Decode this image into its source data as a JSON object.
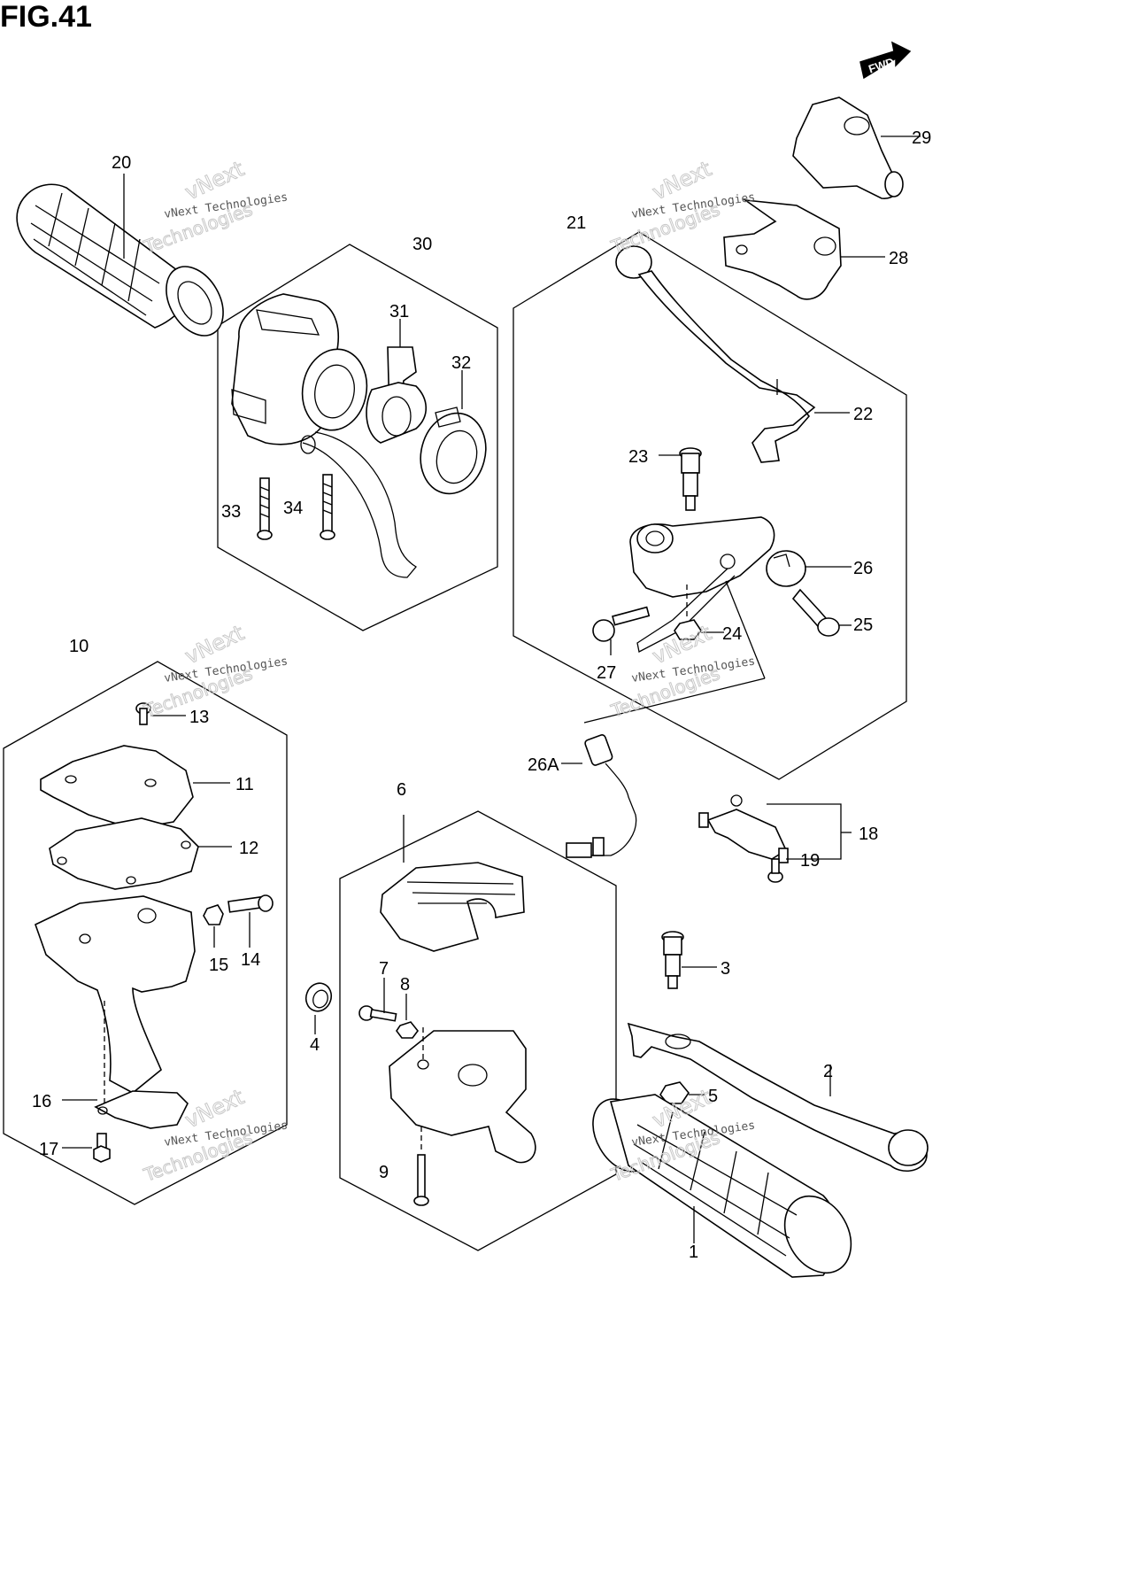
{
  "figure": {
    "title": "FIG.41"
  },
  "orientation": {
    "label": "FWD"
  },
  "watermark": {
    "line1": "vNext Technologies",
    "line2": "vNext",
    "line3": "Technologies"
  },
  "callouts": [
    {
      "id": "1",
      "label": "1"
    },
    {
      "id": "2",
      "label": "2"
    },
    {
      "id": "3",
      "label": "3"
    },
    {
      "id": "4",
      "label": "4"
    },
    {
      "id": "5",
      "label": "5"
    },
    {
      "id": "6",
      "label": "6"
    },
    {
      "id": "7",
      "label": "7"
    },
    {
      "id": "8",
      "label": "8"
    },
    {
      "id": "9",
      "label": "9"
    },
    {
      "id": "10",
      "label": "10"
    },
    {
      "id": "11",
      "label": "11"
    },
    {
      "id": "12",
      "label": "12"
    },
    {
      "id": "13",
      "label": "13"
    },
    {
      "id": "14",
      "label": "14"
    },
    {
      "id": "15",
      "label": "15"
    },
    {
      "id": "16",
      "label": "16"
    },
    {
      "id": "17",
      "label": "17"
    },
    {
      "id": "18",
      "label": "18"
    },
    {
      "id": "19",
      "label": "19"
    },
    {
      "id": "20",
      "label": "20"
    },
    {
      "id": "21",
      "label": "21"
    },
    {
      "id": "22",
      "label": "22"
    },
    {
      "id": "23",
      "label": "23"
    },
    {
      "id": "24",
      "label": "24"
    },
    {
      "id": "25",
      "label": "25"
    },
    {
      "id": "26",
      "label": "26"
    },
    {
      "id": "26A",
      "label": "26A"
    },
    {
      "id": "27",
      "label": "27"
    },
    {
      "id": "28",
      "label": "28"
    },
    {
      "id": "29",
      "label": "29"
    },
    {
      "id": "30",
      "label": "30"
    },
    {
      "id": "31",
      "label": "31"
    },
    {
      "id": "32",
      "label": "32"
    },
    {
      "id": "33",
      "label": "33"
    },
    {
      "id": "34",
      "label": "34"
    }
  ]
}
